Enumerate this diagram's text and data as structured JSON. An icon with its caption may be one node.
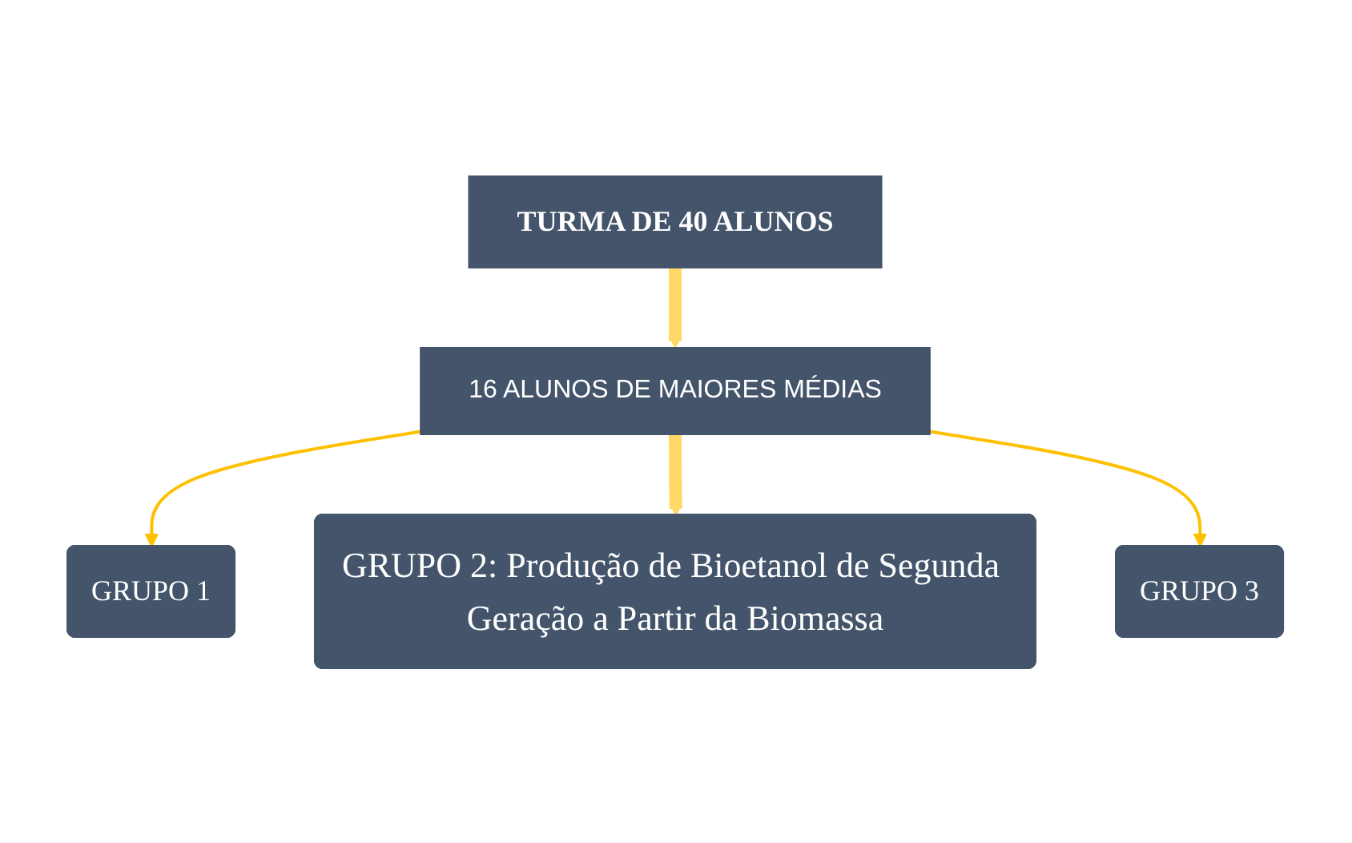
{
  "diagram": {
    "nodes": [
      {
        "text": [
          "TURMA DE 40 ALUNOS"
        ]
      },
      {
        "text": [
          "16 ALUNOS DE MAIORES MÉDIAS"
        ]
      },
      {
        "text": [
          "GRUPO 1"
        ]
      },
      {
        "text": [
          "GRUPO 3"
        ]
      },
      {
        "text": [
          "GRUPO 2: Produção de Bioetanol de Segunda Geração a Partir da Biomassa"
        ]
      }
    ],
    "edges": [
      {
        "from": 0,
        "to": 1,
        "arrow": "to",
        "style": "thick",
        "color": "#ffd966"
      },
      {
        "from": 1,
        "to": 2,
        "arrow": "to",
        "color": "#ffc000"
      },
      {
        "from": 1,
        "to": 4,
        "arrow": "to",
        "style": "thick",
        "color": "#ffd966"
      },
      {
        "from": 1,
        "to": 3,
        "arrow": "to",
        "color": "#ffc000"
      }
    ]
  }
}
